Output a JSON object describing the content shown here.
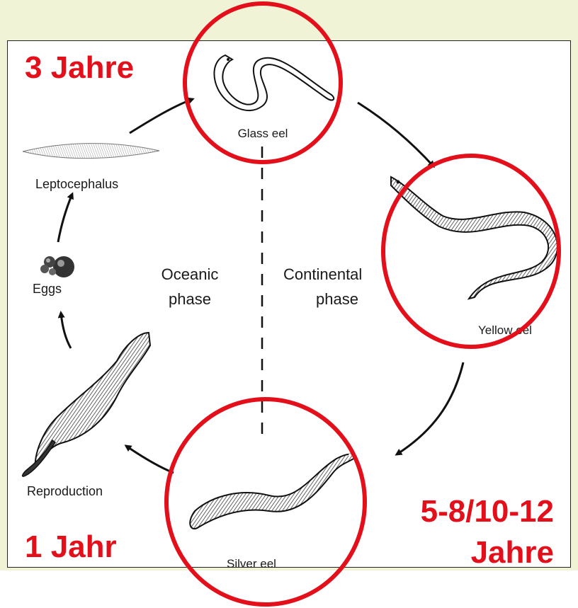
{
  "stages": {
    "glass_eel": "Glass eel",
    "yellow_eel": "Yellow eel",
    "silver_eel": "Silver eel",
    "reproduction": "Reproduction",
    "eggs": "Eggs",
    "leptocephalus": "Leptocephalus"
  },
  "phases": {
    "oceanic_line1": "Oceanic",
    "oceanic_line2": "phase",
    "continental_line1": "Continental",
    "continental_line2": "phase"
  },
  "annotations": {
    "top_left": "3 Jahre",
    "bottom_left": "1 Jahr",
    "bottom_right_line1": "5-8/10-12",
    "bottom_right_line2": "Jahre"
  },
  "colors": {
    "highlight": "#e3101b",
    "panel_background": "#f1f3d6",
    "line": "#111111"
  }
}
